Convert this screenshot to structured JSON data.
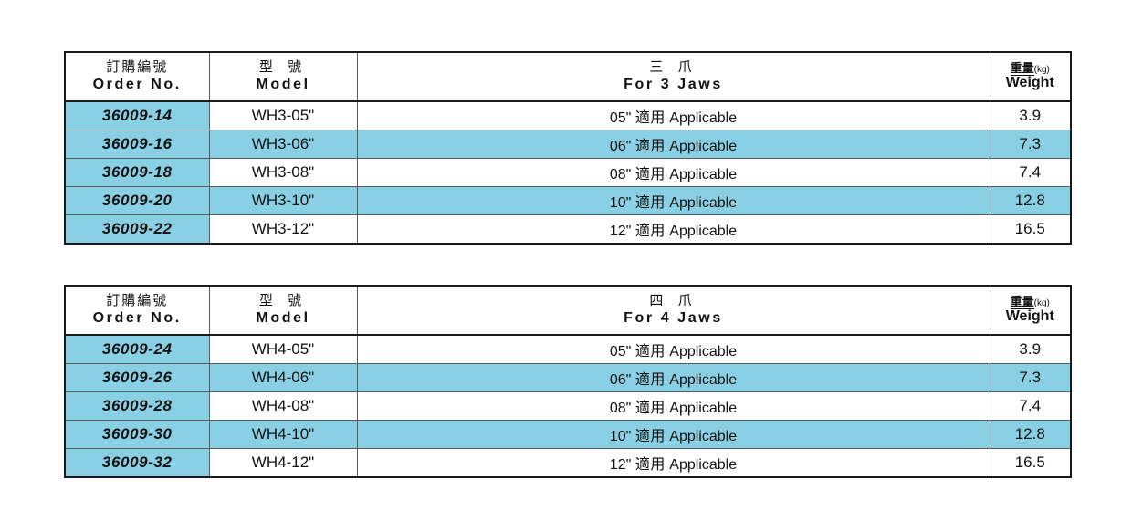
{
  "page": {
    "background": "#ffffff",
    "accent_blue": "#8ad0e4",
    "border_color": "#1a1a1a"
  },
  "tables": [
    {
      "id": "three-jaws",
      "header": {
        "order_no_cn": "訂購編號",
        "order_no_en": "Order No.",
        "model_cn": "型 號",
        "model_en": "Model",
        "desc_cn": "三 爪",
        "desc_en": "For 3 Jaws",
        "weight_cn": "重量",
        "weight_unit": "(kg)",
        "weight_en": "Weight"
      },
      "columns": [
        "Order No.",
        "Model",
        "For 3 Jaws",
        "Weight"
      ],
      "rows": [
        {
          "order_no": "36009-14",
          "model": "WH3-05\"",
          "desc_size": "05\"",
          "desc_cn": "適用",
          "desc_en": "Applicable",
          "weight": "3.9",
          "shaded": false
        },
        {
          "order_no": "36009-16",
          "model": "WH3-06\"",
          "desc_size": "06\"",
          "desc_cn": "適用",
          "desc_en": "Applicable",
          "weight": "7.3",
          "shaded": true
        },
        {
          "order_no": "36009-18",
          "model": "WH3-08\"",
          "desc_size": "08\"",
          "desc_cn": "適用",
          "desc_en": "Applicable",
          "weight": "7.4",
          "shaded": false
        },
        {
          "order_no": "36009-20",
          "model": "WH3-10\"",
          "desc_size": "10\"",
          "desc_cn": "適用",
          "desc_en": "Applicable",
          "weight": "12.8",
          "shaded": true
        },
        {
          "order_no": "36009-22",
          "model": "WH3-12\"",
          "desc_size": "12\"",
          "desc_cn": "適用",
          "desc_en": "Applicable",
          "weight": "16.5",
          "shaded": false
        }
      ]
    },
    {
      "id": "four-jaws",
      "header": {
        "order_no_cn": "訂購編號",
        "order_no_en": "Order No.",
        "model_cn": "型 號",
        "model_en": "Model",
        "desc_cn": "四 爪",
        "desc_en": "For 4 Jaws",
        "weight_cn": "重量",
        "weight_unit": "(kg)",
        "weight_en": "Weight"
      },
      "columns": [
        "Order No.",
        "Model",
        "For 4 Jaws",
        "Weight"
      ],
      "rows": [
        {
          "order_no": "36009-24",
          "model": "WH4-05\"",
          "desc_size": "05\"",
          "desc_cn": "適用",
          "desc_en": "Applicable",
          "weight": "3.9",
          "shaded": false
        },
        {
          "order_no": "36009-26",
          "model": "WH4-06\"",
          "desc_size": "06\"",
          "desc_cn": "適用",
          "desc_en": "Applicable",
          "weight": "7.3",
          "shaded": true
        },
        {
          "order_no": "36009-28",
          "model": "WH4-08\"",
          "desc_size": "08\"",
          "desc_cn": "適用",
          "desc_en": "Applicable",
          "weight": "7.4",
          "shaded": false
        },
        {
          "order_no": "36009-30",
          "model": "WH4-10\"",
          "desc_size": "10\"",
          "desc_cn": "適用",
          "desc_en": "Applicable",
          "weight": "12.8",
          "shaded": true
        },
        {
          "order_no": "36009-32",
          "model": "WH4-12\"",
          "desc_size": "12\"",
          "desc_cn": "適用",
          "desc_en": "Applicable",
          "weight": "16.5",
          "shaded": false
        }
      ]
    }
  ]
}
